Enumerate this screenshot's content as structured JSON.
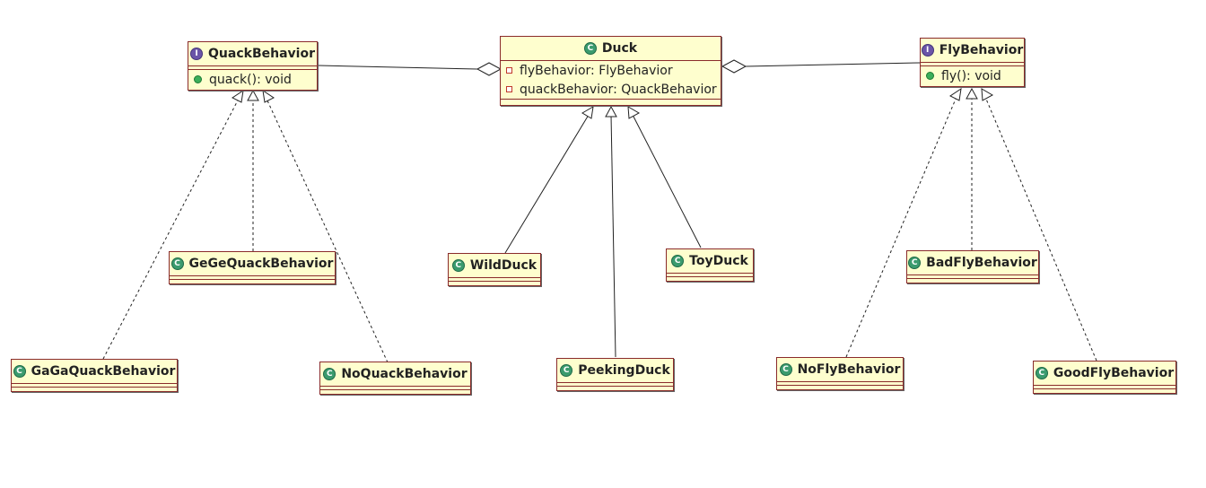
{
  "interfaces": {
    "quack": {
      "name": "QuackBehavior",
      "methods": [
        "quack(): void"
      ]
    },
    "fly": {
      "name": "FlyBehavior",
      "methods": [
        "fly(): void"
      ]
    }
  },
  "duck": {
    "name": "Duck",
    "fields": [
      "flyBehavior: FlyBehavior",
      "quackBehavior: QuackBehavior"
    ]
  },
  "quack_impls": [
    "GeGeQuackBehavior",
    "GaGaQuackBehavior",
    "NoQuackBehavior"
  ],
  "duck_subclasses": [
    "WildDuck",
    "PeekingDuck",
    "ToyDuck"
  ],
  "fly_impls": [
    "BadFlyBehavior",
    "NoFlyBehavior",
    "GoodFlyBehavior"
  ],
  "badges": {
    "class": "C",
    "interface": "I"
  },
  "colors": {
    "box_fill": "#fefece",
    "box_border": "#8a2b2b",
    "class_badge": "#3b9b6e",
    "interface_badge": "#6b55a8"
  }
}
